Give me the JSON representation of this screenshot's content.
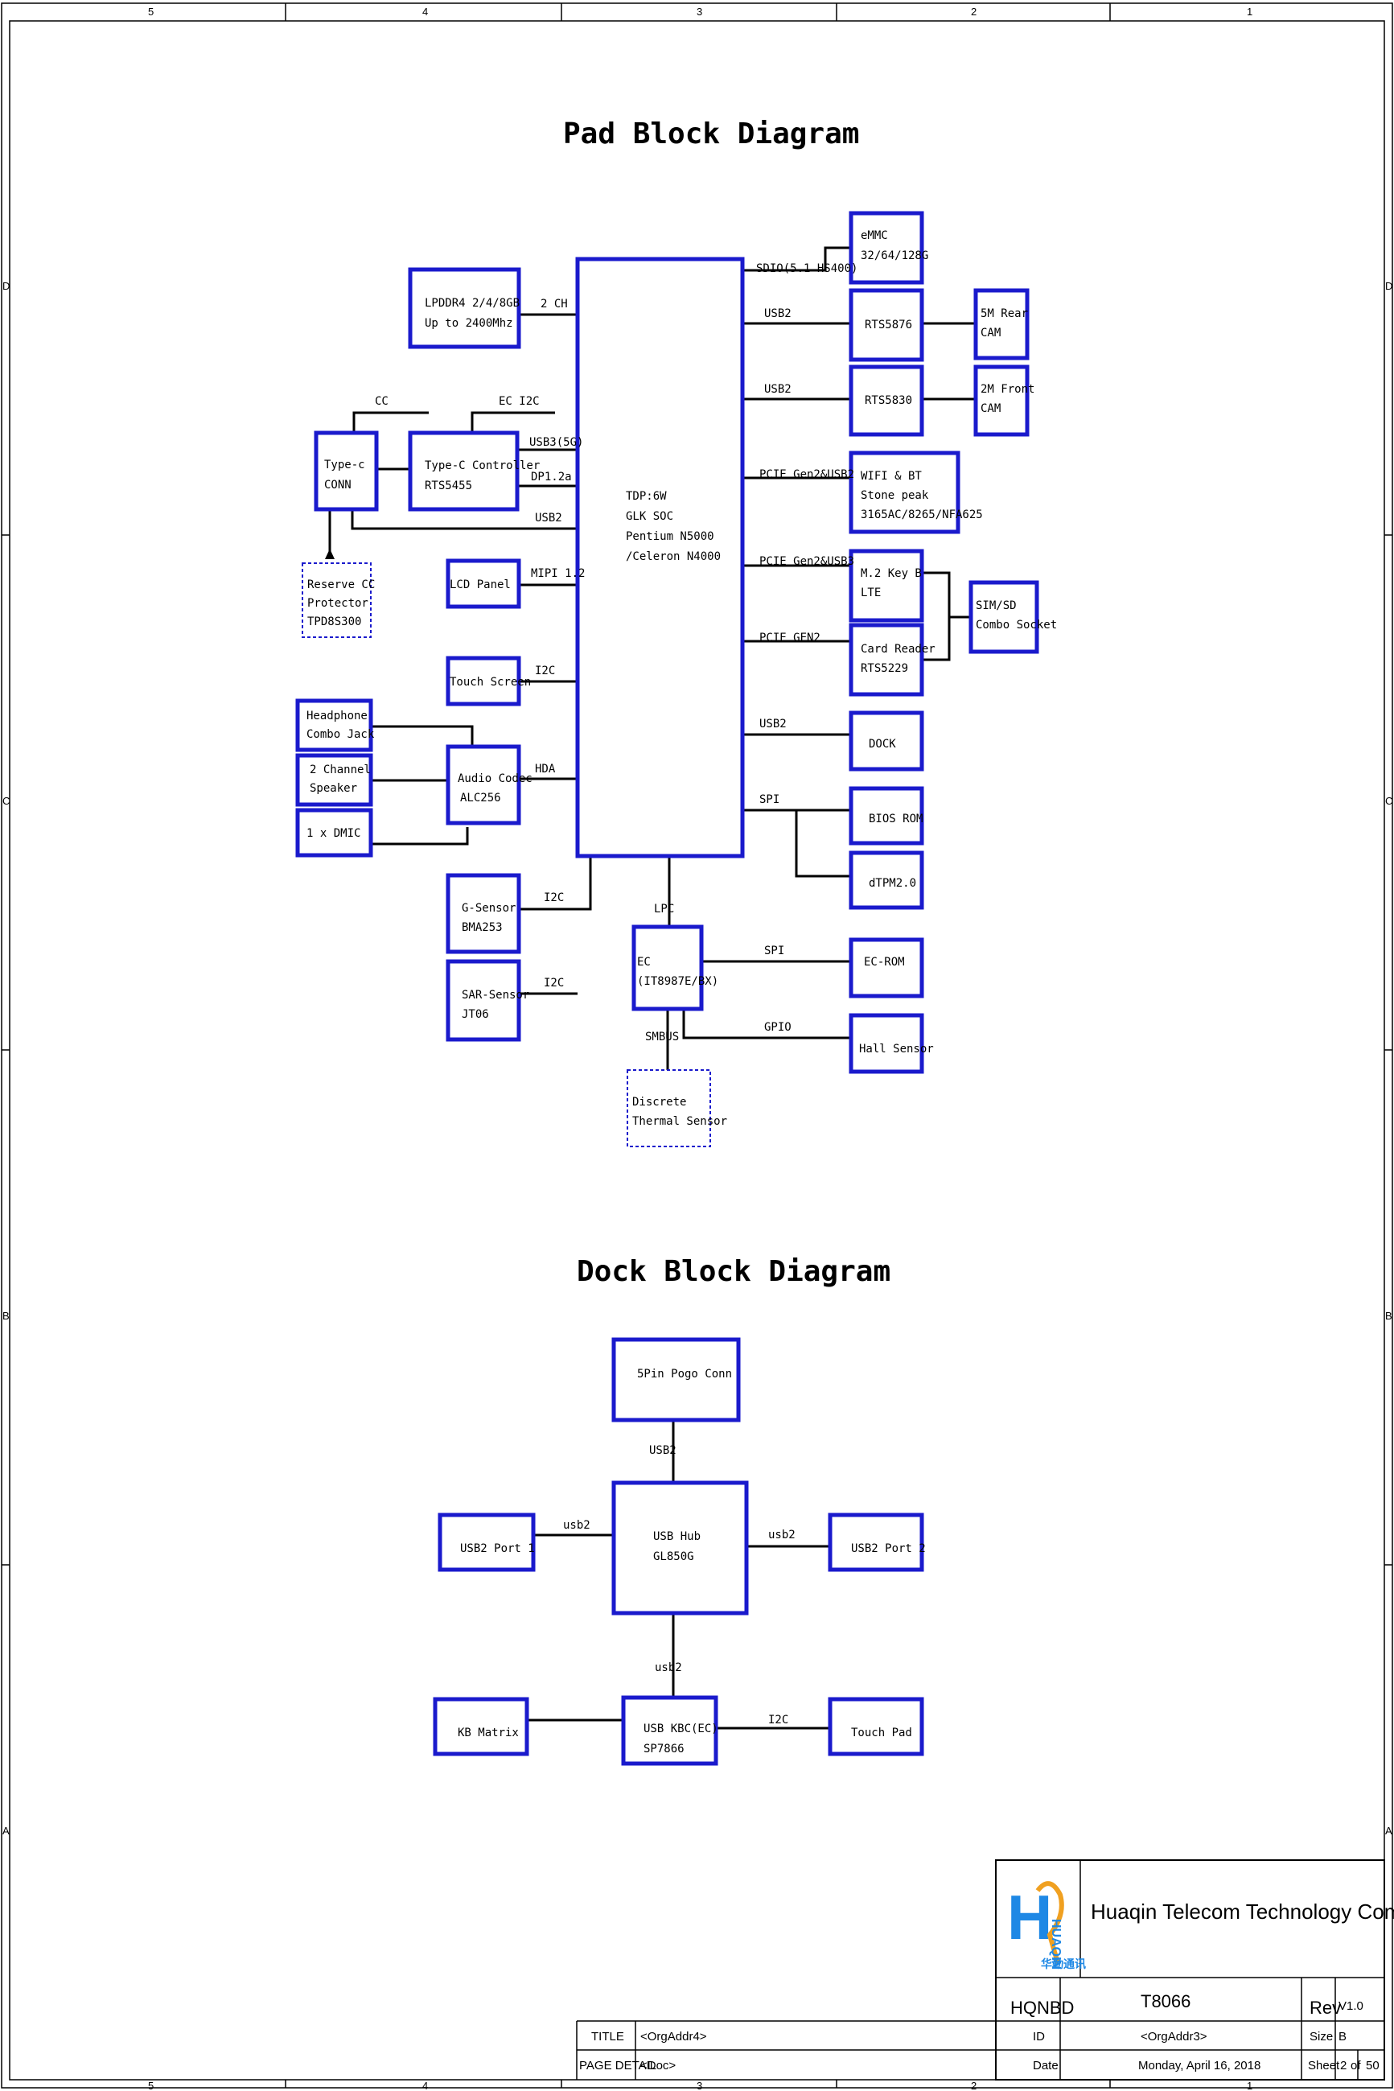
{
  "frame": {
    "zones_top": [
      "5",
      "4",
      "3",
      "2",
      "1"
    ],
    "zones_bottom": [
      "5",
      "4",
      "3",
      "2",
      "1"
    ],
    "zones_left": [
      "D",
      "C",
      "B",
      "A"
    ],
    "zones_right": [
      "D",
      "C",
      "B",
      "A"
    ]
  },
  "pad": {
    "title": "Pad  Block Diagram",
    "soc": [
      "TDP:6W",
      "GLK SOC",
      "Pentium N5000",
      "/Celeron N4000"
    ],
    "lpddr4": [
      "LPDDR4 2/4/8GB",
      "Up to 2400Mhz"
    ],
    "typec_conn": [
      "Type-c",
      "CONN"
    ],
    "typec_ctrl": [
      "Type-C Controller",
      "RTS5455"
    ],
    "reserve_cc": [
      "Reserve CC",
      "Protector",
      "TPD8S300"
    ],
    "lcd": "LCD  Panel",
    "touch": "Touch Screen",
    "headphone": [
      "Headphone",
      "Combo Jack"
    ],
    "speaker": [
      "2 Channel",
      "Speaker"
    ],
    "dmic": "1  x DMIC",
    "codec": [
      "Audio Codec",
      "ALC256"
    ],
    "gsensor": [
      "G-Sensor",
      "BMA253"
    ],
    "sarsensor": [
      "SAR-Sensor",
      "JT06"
    ],
    "ec": [
      "EC",
      "(IT8987E/BX)"
    ],
    "thermal": [
      "Discrete",
      "Thermal Sensor"
    ],
    "emmc": [
      "eMMC",
      "32/64/128G"
    ],
    "rts5876": "RTS5876",
    "rts5830": "RTS5830",
    "cam_rear": [
      "5M Rear",
      "CAM"
    ],
    "cam_front": [
      "2M Front",
      "CAM"
    ],
    "wifi": [
      "WIFI & BT",
      "Stone peak",
      "3165AC/8265/NFA625"
    ],
    "m2": [
      "M.2 Key B",
      "LTE"
    ],
    "cardreader": [
      "Card Reader",
      "RTS5229"
    ],
    "simsd": [
      "SIM/SD",
      "Combo Socket"
    ],
    "dock": "DOCK",
    "bios": "BIOS ROM",
    "dtpm": "dTPM2.0",
    "ecrom": "EC-ROM",
    "hall": "Hall Sensor",
    "labels": {
      "two_ch": "2 CH",
      "cc": "CC",
      "ec_i2c": "EC I2C",
      "usb3": "USB3(5G)",
      "dp": "DP1.2a",
      "usb2_typec": "USB2",
      "mipi": "MIPI 1.2",
      "i2c_touch": "I2C",
      "hda": "HDA",
      "i2c_g": "I2C",
      "i2c_sar": "I2C",
      "lpc": "LPC",
      "smbus": "SMBUS",
      "spi_ec": "SPI",
      "gpio": "GPIO",
      "sdio": "SDIO(5.1 HS400)",
      "usb2_a": "USB2",
      "usb2_b": "USB2",
      "pcie_wifi": "PCIE Gen2&USB2",
      "pcie_m2": "PCIE Gen2&USB3",
      "pcie_card": "PCIE GEN2",
      "usb2_dock": "USB2",
      "spi_bios": "SPI"
    }
  },
  "dock": {
    "title": "Dock Block Diagram",
    "pogo": "5Pin Pogo Conn",
    "hub": [
      "USB Hub",
      "GL850G"
    ],
    "port1": "USB2 Port 1",
    "port2": "USB2 Port 2",
    "kbc": [
      "USB KBC(EC)",
      "SP7866"
    ],
    "kb": "KB Matrix",
    "touchpad": "Touch Pad",
    "labels": {
      "usb2_pogo": "USB2",
      "usb2_p1": "usb2",
      "usb2_p2": "usb2",
      "usb2_kbc": "usb2",
      "i2c_tp": "I2C"
    }
  },
  "titleblock": {
    "logo_cn": "华勤通讯",
    "logo_en": "HUAQIN",
    "company": "Huaqin Telecom Technology Com.,Ltd.",
    "hqnbd": "HQNBD",
    "project": "T8066",
    "rev_label": "Rev",
    "rev": "V1.0",
    "title_label": "TITLE",
    "title_value": "<OrgAddr4>",
    "detail_label": "PAGE DETAIL",
    "detail_value": "<Doc>",
    "id_label": "ID",
    "id_value": "<OrgAddr3>",
    "size_label": "Size",
    "size_value": "B",
    "date_label": "Date",
    "date_value": "Monday, April 16, 2018",
    "sheet_label": "Sheet",
    "sheet_no": "2",
    "of_label": "of",
    "sheet_total": "50"
  }
}
